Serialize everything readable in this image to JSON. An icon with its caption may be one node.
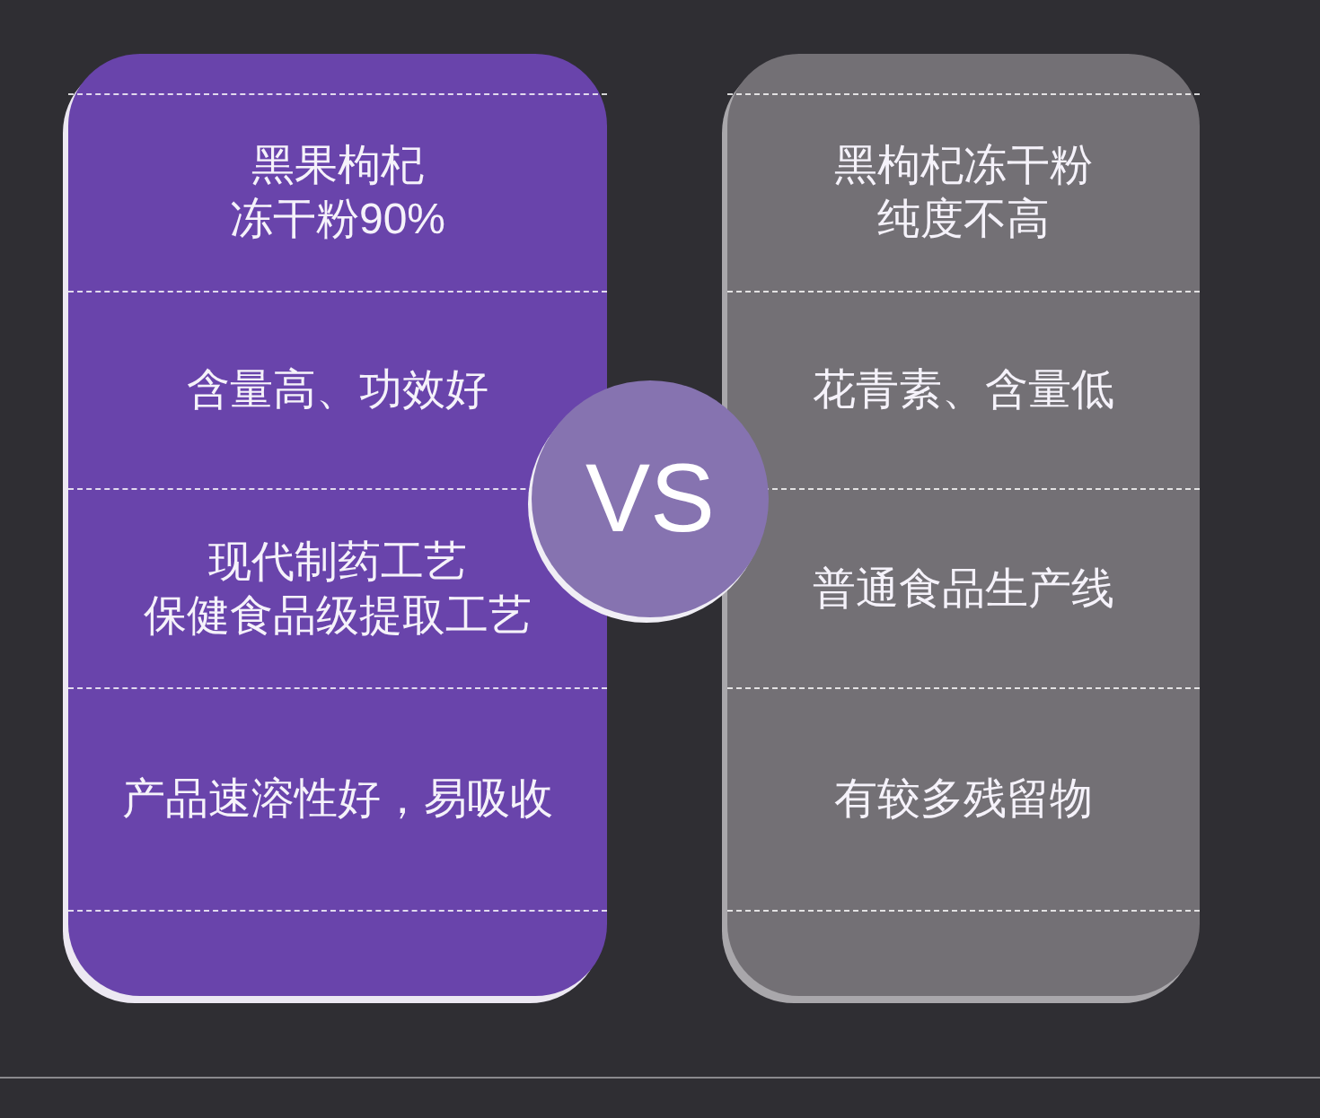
{
  "diagram": {
    "nodes": [
      {
        "text": [],
        "shape": "box"
      },
      {
        "text": [
          "黑果枸杞冻干粉90%"
        ],
        "in": 0
      },
      {
        "text": [
          "含量高、功效好"
        ],
        "in": 0
      },
      {
        "text": [
          "现代制药工艺保健食品级提取工艺"
        ],
        "in": 0
      },
      {
        "text": [
          "产品速溶性好，易吸收"
        ],
        "in": 0
      },
      {
        "text": [
          "VS"
        ]
      },
      {
        "text": [],
        "shape": "box"
      },
      {
        "text": [
          "黑枸杞冻干粉纯度不高"
        ],
        "in": 6
      },
      {
        "text": [
          "花青素、含量低"
        ],
        "in": 6
      },
      {
        "text": [
          "普通食品生产线"
        ],
        "in": 6
      },
      {
        "text": [
          "有较多残留物"
        ],
        "in": 6
      }
    ]
  }
}
